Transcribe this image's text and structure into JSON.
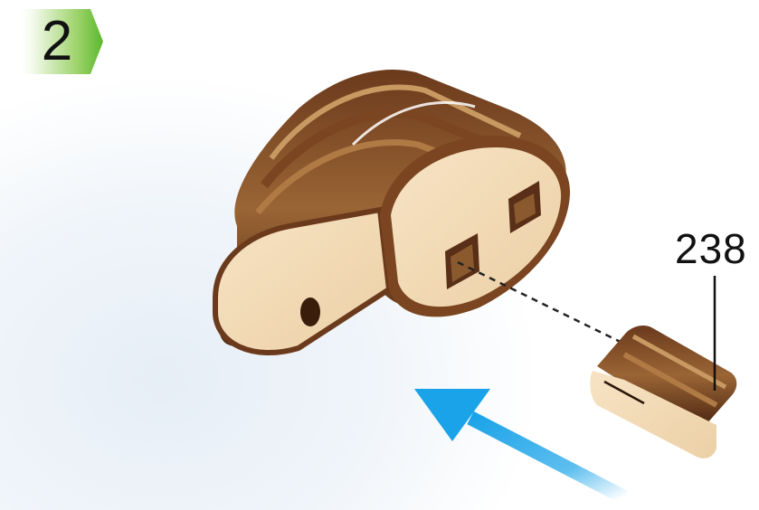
{
  "step": {
    "number": "2"
  },
  "part": {
    "label": "238"
  },
  "colors": {
    "badge_green": "#5cb82e",
    "badge_light": "#e6f3d8",
    "arrow_blue": "#1aa3e8",
    "wood_light": "#f3dcb8",
    "wood_dark": "#5a2f17",
    "wood_mid": "#8a5a2e"
  },
  "icons": [
    "step-badge-icon",
    "assembly-arrow-icon",
    "dashed-guide-line"
  ]
}
